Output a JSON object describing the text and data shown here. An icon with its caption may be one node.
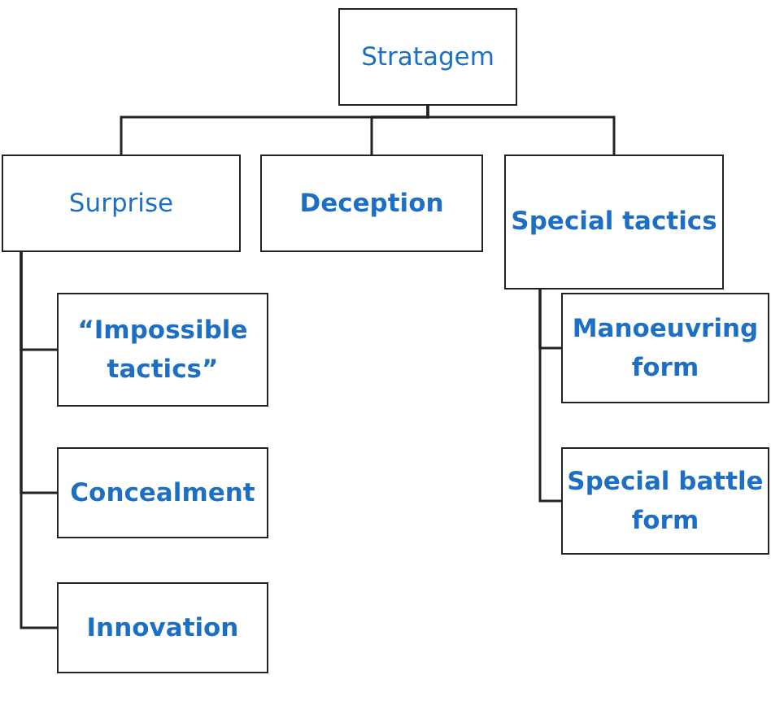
{
  "diagram": {
    "nodes": [
      {
        "text": [
          "Stratagem"
        ]
      },
      {
        "text": [
          "Surprise"
        ]
      },
      {
        "text": [
          "Deception"
        ]
      },
      {
        "text": [
          "Special tactics"
        ]
      },
      {
        "text": [
          "“Impossible tactics”"
        ]
      },
      {
        "text": [
          "Concealment"
        ]
      },
      {
        "text": [
          "Innovation"
        ]
      },
      {
        "text": [
          "Manoeuvring form"
        ]
      },
      {
        "text": [
          "Special battle form"
        ]
      }
    ],
    "edges": [
      {
        "from": 0,
        "to": 1,
        "arrow": "none"
      },
      {
        "from": 0,
        "to": 2,
        "arrow": "none"
      },
      {
        "from": 0,
        "to": 3,
        "arrow": "none"
      },
      {
        "from": 1,
        "to": 4,
        "arrow": "none"
      },
      {
        "from": 1,
        "to": 5,
        "arrow": "none"
      },
      {
        "from": 1,
        "to": 6,
        "arrow": "none"
      },
      {
        "from": 3,
        "to": 7,
        "arrow": "none"
      },
      {
        "from": 3,
        "to": 8,
        "arrow": "none"
      }
    ]
  }
}
